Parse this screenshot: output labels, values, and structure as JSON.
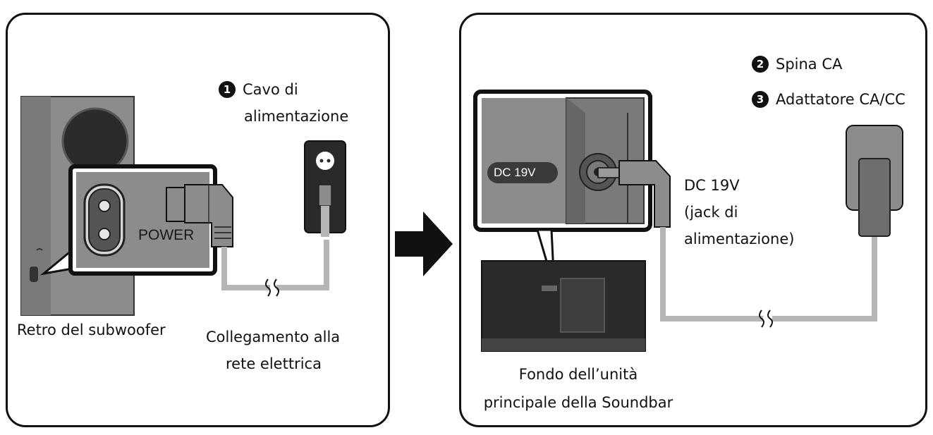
{
  "left_panel": {
    "subwoofer_back_label": "Retro del subwoofer",
    "power_port_label": "POWER",
    "power_cable": {
      "number": "1",
      "label_line1": "Cavo di",
      "label_line2": "alimentazione"
    },
    "outlet_label_line1": "Collegamento alla",
    "outlet_label_line2": "rete elettrica"
  },
  "right_panel": {
    "ac_plug": {
      "number": "2",
      "label": "Spina CA"
    },
    "adapter": {
      "number": "3",
      "label": "Adattatore CA/CC"
    },
    "dc_badge": "DC 19V",
    "dc_jack_line1": "DC 19V",
    "dc_jack_line2": "(jack di",
    "dc_jack_line3": "alimentazione)",
    "soundbar_bottom_line1": "Fondo dell’unità",
    "soundbar_bottom_line2": "principale della Soundbar"
  },
  "colors": {
    "outline": "#111111",
    "device_gray": "#8a8a8a",
    "cable_gray": "#b5b5b5",
    "dark": "#2a2a2a"
  }
}
